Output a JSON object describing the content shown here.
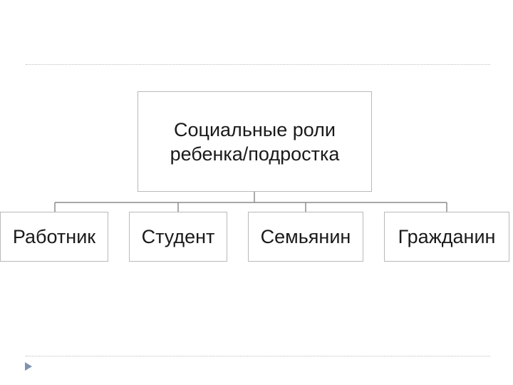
{
  "diagram": {
    "root": {
      "label": "Социальные роли ребенка/подростка"
    },
    "children": [
      {
        "label": "Работник"
      },
      {
        "label": "Студент"
      },
      {
        "label": "Семьянин"
      },
      {
        "label": "Гражданин"
      }
    ]
  },
  "colors": {
    "box_border": "#b9b9b9",
    "connector": "#8c8c8c",
    "divider": "#bfbfbf",
    "nav_arrow": "#7f93b0",
    "text": "#1a1a1a"
  },
  "icons": {
    "nav": "play-arrow-icon"
  }
}
